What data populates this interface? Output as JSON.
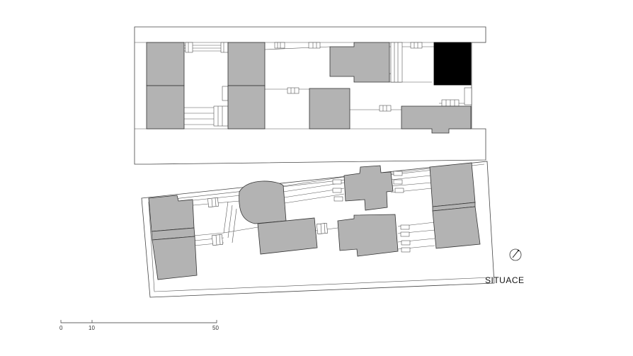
{
  "title": "SITUACE",
  "scale_bar": {
    "labels": [
      "0",
      "10",
      "50"
    ]
  },
  "icons": {
    "north_arrow": "north-arrow-icon"
  },
  "colors": {
    "building": "#b3b3b3",
    "highlight_building": "#000000",
    "outline": "#333333"
  }
}
